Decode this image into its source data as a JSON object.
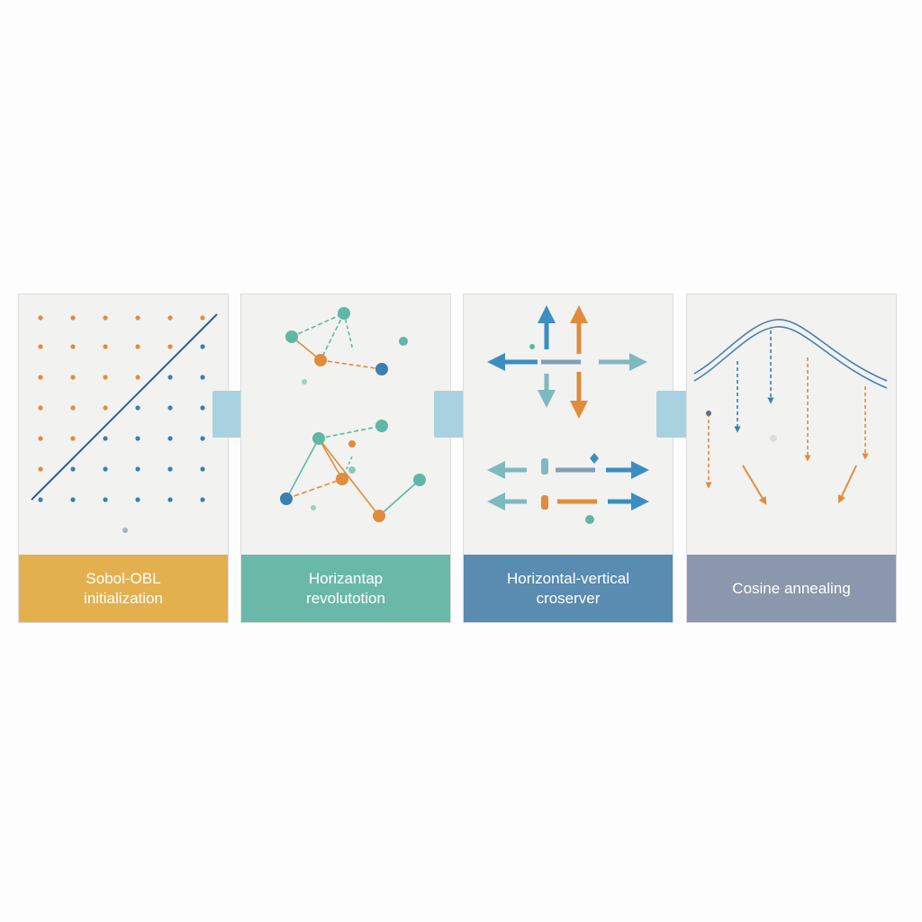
{
  "colors": {
    "orange": "#e08c3c",
    "blue": "#3a7fb0",
    "teal": "#5fb7a6",
    "slate": "#5b6f86",
    "connector": "#a8d2e0"
  },
  "stages": [
    {
      "lines": [
        "Sobol-OBL",
        "initialization"
      ],
      "color": "#e3b04f"
    },
    {
      "lines": [
        "Horizantap",
        "revolutotion"
      ],
      "color": "#6ab9a8"
    },
    {
      "lines": [
        "Horizontal-vertical",
        "croserver"
      ],
      "color": "#5a8bb1"
    },
    {
      "lines": [
        "Cosine annealing"
      ],
      "color": "#8a97ac"
    }
  ]
}
